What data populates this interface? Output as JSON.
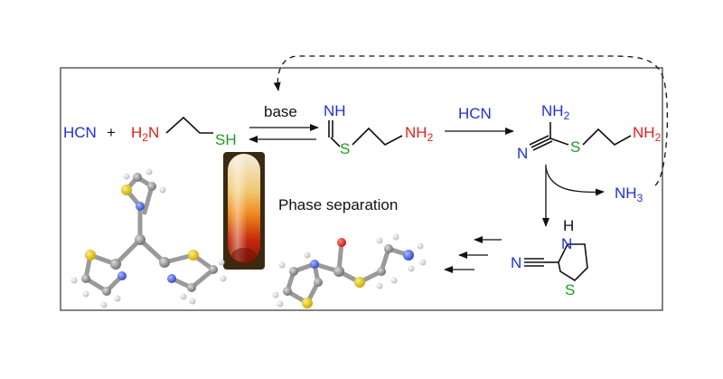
{
  "scheme": {
    "reagent_1": "HCN",
    "plus_sign": "+",
    "cysteamine": {
      "amine": "H2N",
      "thiol": "SH"
    },
    "arrow_label_top": "base",
    "thioimidate": {
      "imine": "NH",
      "sulfur": "S",
      "amine": "NH2"
    },
    "arrow_label_hcn": "HCN",
    "aminonitrile": {
      "amine_top": "NH2",
      "nitrile": "N",
      "sulfur": "S",
      "amine_end": "NH2"
    },
    "byproduct": "NH3",
    "thiazolidine_nitrile": {
      "ring_nh": "H",
      "ring_n": "N",
      "ring_s": "S",
      "nitrile_n": "N"
    },
    "phase_label": "Phase separation"
  },
  "colors": {
    "nitrogen": "#1f2fd8",
    "amine_red": "#e0201a",
    "sulfur": "#1f9b1f",
    "frame": "#333333",
    "tube_liquid": "#d4500e"
  }
}
